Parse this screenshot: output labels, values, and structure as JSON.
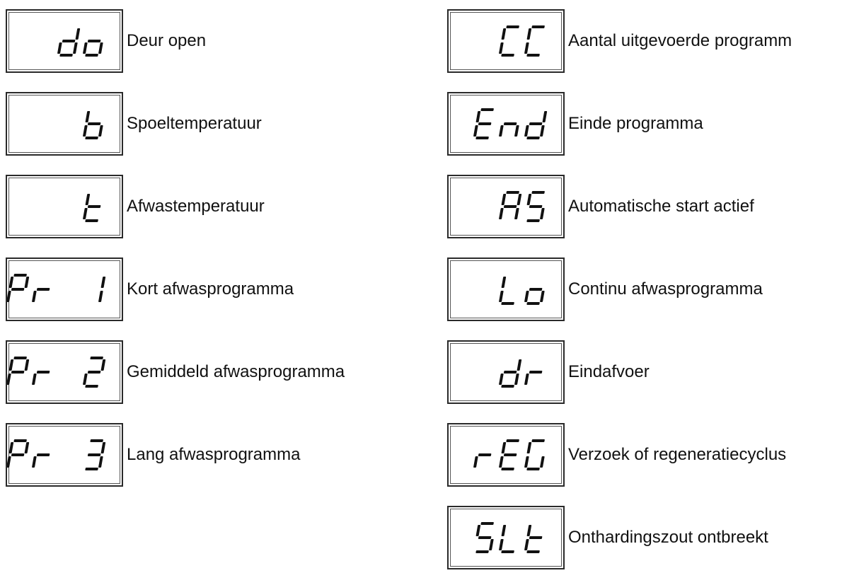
{
  "left": [
    {
      "code": "do",
      "label": "Deur open"
    },
    {
      "code": "b",
      "label": "Spoeltemperatuur"
    },
    {
      "code": "t",
      "label": "Afwastemperatuur"
    },
    {
      "code": "Pr 1",
      "label": "Kort afwasprogramma"
    },
    {
      "code": "Pr 2",
      "label": "Gemiddeld afwasprogramma"
    },
    {
      "code": "Pr 3",
      "label": "Lang afwasprogramma"
    }
  ],
  "right": [
    {
      "code": "CC",
      "label": "Aantal uitgevoerde programm"
    },
    {
      "code": "End",
      "label": "Einde programma"
    },
    {
      "code": "AS",
      "label": "Automatische start actief"
    },
    {
      "code": "Lo",
      "label": "Continu afwasprogramma"
    },
    {
      "code": "dr",
      "label": "Eindafvoer"
    },
    {
      "code": "rEG",
      "label": "Verzoek of regeneratiecyclus"
    },
    {
      "code": "SLt",
      "label": "Onthardingszout ontbreekt"
    }
  ]
}
